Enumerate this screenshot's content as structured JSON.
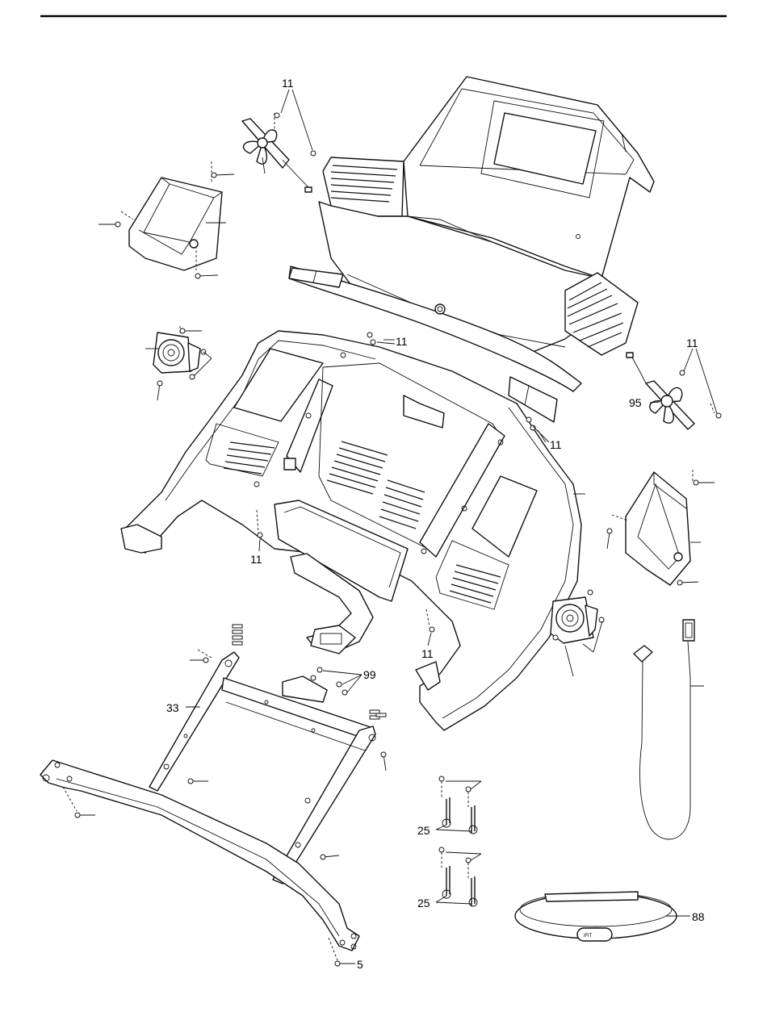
{
  "callouts": {
    "c11_top": "11",
    "c11_mid_top": "11",
    "c11_right_top": "11",
    "c11_right_mid": "11",
    "c11_left_bottom": "11",
    "c11_center_bottom": "11",
    "c95": "95",
    "c99": "99",
    "c33": "33",
    "c25_a": "25",
    "c25_b": "25",
    "c88": "88",
    "c5": "5"
  },
  "brand_mark": "iFIT"
}
